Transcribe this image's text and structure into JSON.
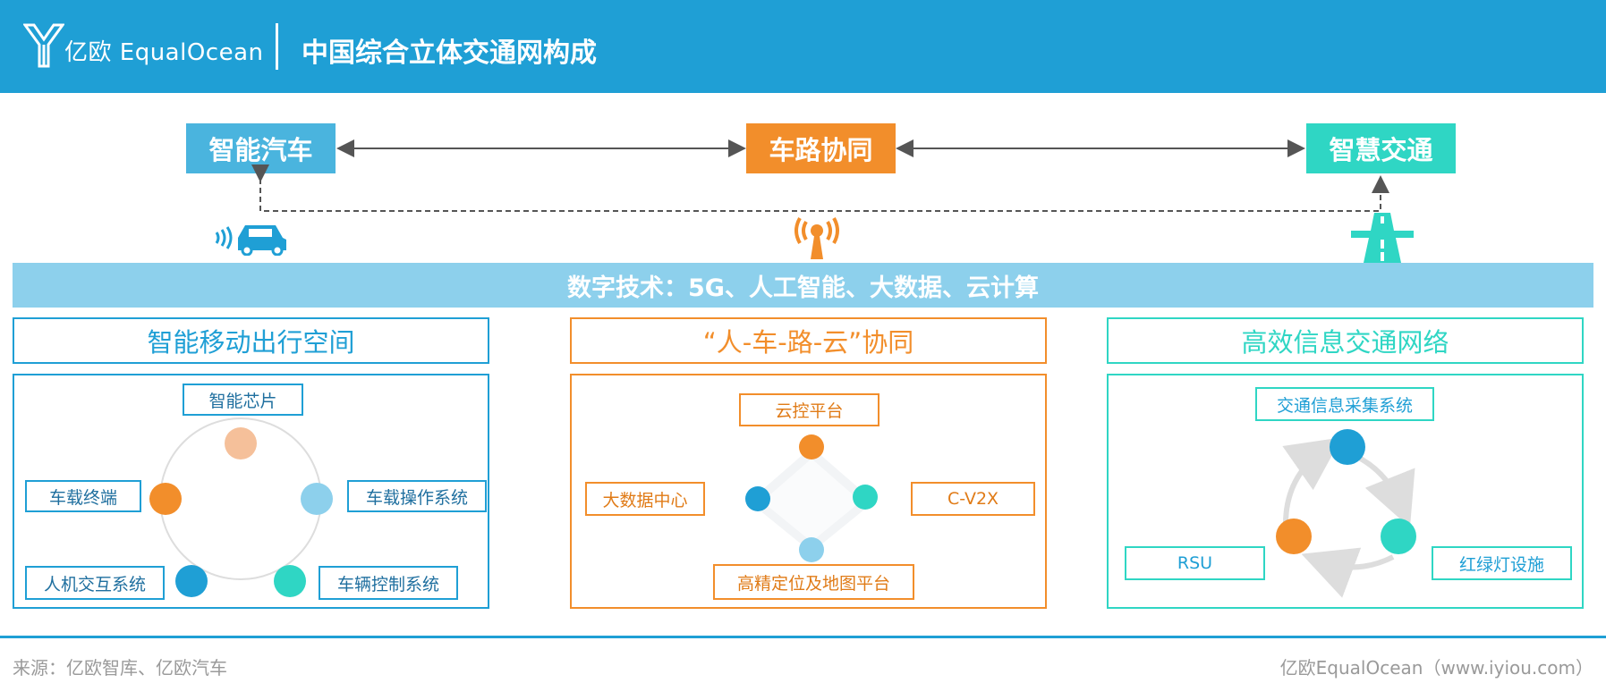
{
  "header": {
    "logo_text": "亿欧 EqualOcean",
    "title": "中国综合立体交通网构成"
  },
  "top": {
    "left_label": "智能汽车",
    "center_label": "车路协同",
    "right_label": "智慧交通"
  },
  "band_text": "数字技术：5G、人工智能、大数据、云计算",
  "sections": [
    {
      "title": "智能移动出行空间",
      "labels": [
        "智能芯片",
        "车载终端",
        "车载操作系统",
        "人机交互系统",
        "车辆控制系统"
      ]
    },
    {
      "title": "“人-车-路-云”协同",
      "labels": [
        "云控平台",
        "大数据中心",
        "C-V2X",
        "高精定位及地图平台"
      ]
    },
    {
      "title": "高效信息交通网络",
      "labels": [
        "交通信息采集系统",
        "RSU",
        "红绿灯设施"
      ]
    }
  ],
  "footer": {
    "source": "来源：亿欧智库、亿欧汽车",
    "brand": "亿欧EqualOcean（www.iyiou.com）"
  },
  "colors": {
    "blue": "#1f9fd5",
    "light_blue": "#4ab4de",
    "orange": "#f28e2b",
    "teal": "#2fd6c4",
    "peach": "#f5c09a",
    "sky": "#8dd0ec"
  },
  "icons": [
    "car-icon",
    "signal-tower-icon",
    "road-icon",
    "logo-mark-icon"
  ]
}
